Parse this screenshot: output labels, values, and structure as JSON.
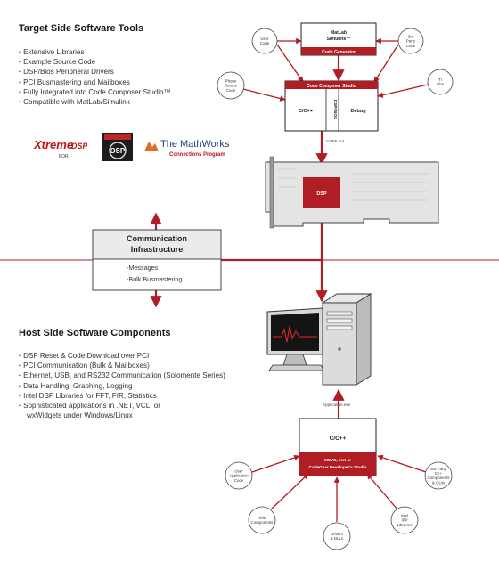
{
  "target": {
    "title": "Target Side Software Tools",
    "bullets": [
      "Extensive Libraries",
      "Example Source Code",
      "DSP/Bios Peripheral Drivers",
      "PCI Busmastering and Mailboxes",
      "Fully Integrated into Code Composer Studio™",
      "Compatible with MatLab/Simulink"
    ],
    "logos": {
      "xtreme_top": "Xtreme",
      "xtreme_dsp": "DSP",
      "xtreme_sub": "FOR",
      "dsp_badge": "DSP",
      "mathworks": "The MathWorks",
      "mathworks_sub": "Connections Program"
    }
  },
  "host": {
    "title": "Host Side Software Components",
    "bullets": [
      "DSP Reset & Code Download over PCI",
      "PCI Communication (Bulk & Mailboxes)",
      "Ethernet, USB, and RS232 Communication (Solomente Series)",
      "Data Handling, Graphing, Logging",
      "Intel DSP Libraries for FFT, FIR, Statistics"
    ],
    "last_bullet": "Sophisticated applications in .NET, VCL, or",
    "last_bullet_cont": "wxWidgets under Windows/Linux"
  },
  "diagram": {
    "matlab": {
      "line1": "MatLab",
      "line2": "Simulink™",
      "bar": "Code Generator"
    },
    "user_code": [
      "User",
      "Code"
    ],
    "third_party_code": [
      "3rd",
      "Party",
      "Code"
    ],
    "ccs": {
      "bar": "Code Composer Studio",
      "c": "C/C++",
      "bios": "DSP/BIOS",
      "debug": "Debug"
    },
    "phone_source_code": [
      "Phone",
      "Source",
      "Code"
    ],
    "ti_libs": [
      "TI",
      "Libs"
    ],
    "coff_label": "COFF out",
    "dsp": "DSP",
    "comm": {
      "title1": "Communication",
      "title2": "Infrastructure",
      "item1": "-Messages",
      "item2": "-Bulk Busmastering"
    },
    "application_exe": "Application.exe",
    "host_c": "C/C++",
    "msvc": [
      "MSVC, .net or",
      "CodeGear Developer's Studio"
    ],
    "user_app_code": [
      "User",
      "Application",
      "Code"
    ],
    "third_party_components": [
      "3rd Party",
      "C++",
      "Components",
      "& GUIs"
    ],
    "hello_components": [
      "Hello",
      "Components"
    ],
    "drivers_dlls": [
      "Drivers",
      "& DLLs"
    ],
    "ipp_libraries": [
      "Intel",
      "IPP",
      "Libraries"
    ]
  }
}
